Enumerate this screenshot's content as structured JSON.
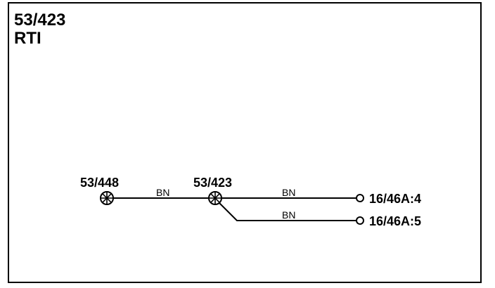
{
  "header": {
    "title": "53/423",
    "subtitle": "RTI"
  },
  "nodes": {
    "left": {
      "label": "53/448"
    },
    "center": {
      "label": "53/423"
    }
  },
  "wires": [
    {
      "label": "BN"
    },
    {
      "label": "BN"
    },
    {
      "label": "BN"
    }
  ],
  "terminals": [
    {
      "label": "16/46A:4"
    },
    {
      "label": "16/46A:5"
    }
  ],
  "colors": {
    "line": "#000000",
    "background": "#ffffff"
  }
}
